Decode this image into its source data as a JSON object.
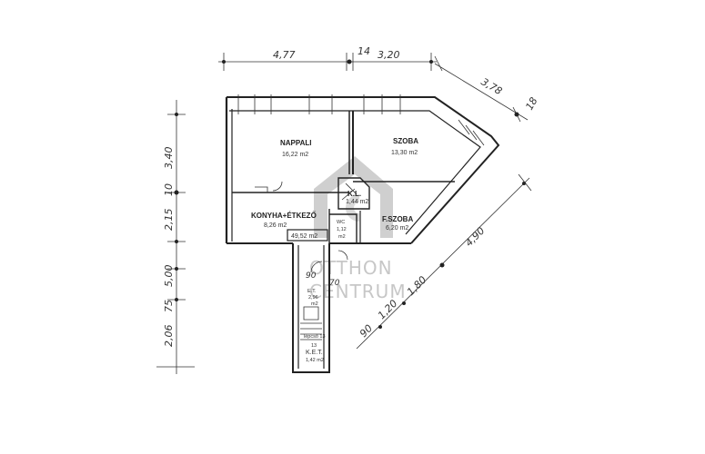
{
  "dimensions": {
    "top": [
      "4,77",
      "14",
      "3,20",
      "3,78",
      "18"
    ],
    "left": [
      "3,40",
      "10",
      "2,15",
      "5,00",
      "75",
      "2,06"
    ],
    "diagonal": [
      "4,90",
      "1,80",
      "1,20",
      "90"
    ],
    "stair": [
      "90",
      "70"
    ]
  },
  "rooms": {
    "nappali": {
      "name": "NAPPALI",
      "area": "16,22 m2"
    },
    "szoba": {
      "name": "SZOBA",
      "area": "13,30 m2"
    },
    "kl": {
      "name": "K.L.",
      "area": "1,44 m2"
    },
    "konyha": {
      "name": "KONYHA+ÉTKEZŐ",
      "area": "8,26 m2"
    },
    "wc": {
      "name": "WC",
      "area": "1,12",
      "unit": "m2"
    },
    "fszoba": {
      "name": "F.SZOBA",
      "area": "6,20 m2"
    },
    "et": {
      "name": "E.T.",
      "area": "2,96",
      "unit": "m2"
    },
    "ket": {
      "name": "K.E.T.",
      "area": "1,42 m2"
    },
    "stair_note1": "lépcső 13",
    "stair_note2": "13"
  },
  "total_area": "49,52 m2",
  "watermark": {
    "line1": "OTTHON",
    "line2": "CENTRUM"
  }
}
